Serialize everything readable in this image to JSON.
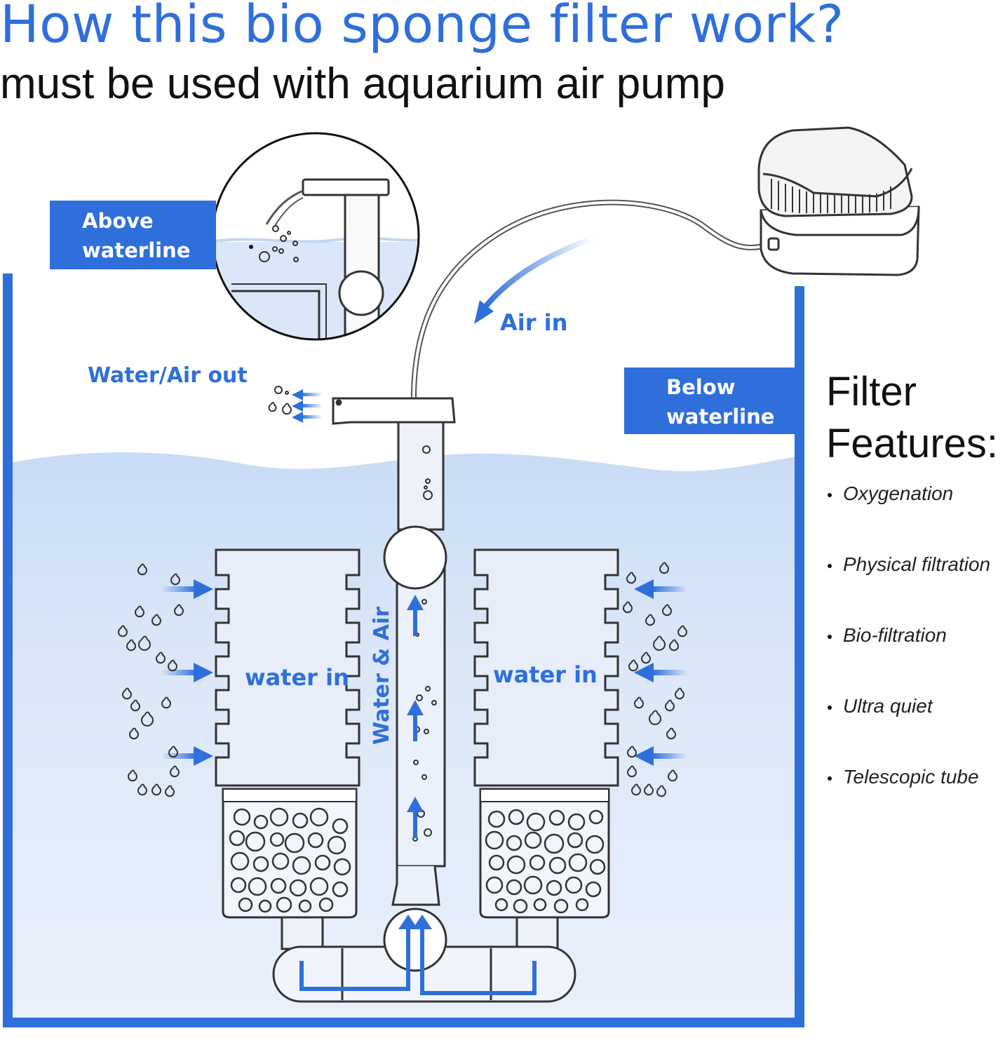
{
  "header": {
    "title": "How this bio sponge filter work?",
    "subtitle": "must be used with aquarium air pump"
  },
  "labels": {
    "above_waterline": [
      "Above",
      "waterline"
    ],
    "below_waterline": [
      "Below",
      "waterline"
    ],
    "air_in": "Air in",
    "water_air_out": "Water/Air out",
    "water_in_left": "water in",
    "water_in_right": "water in",
    "water_and_air": "Water & Air"
  },
  "features": {
    "title": [
      "Filter",
      "Features:"
    ],
    "items": [
      "Oxygenation",
      "Physical filtration",
      "Bio-filtration",
      "Ultra quiet",
      "Telescopic tube"
    ]
  },
  "colors": {
    "accent": "#2f6fdb",
    "water": "#d6e4f7",
    "text": "#111111"
  }
}
